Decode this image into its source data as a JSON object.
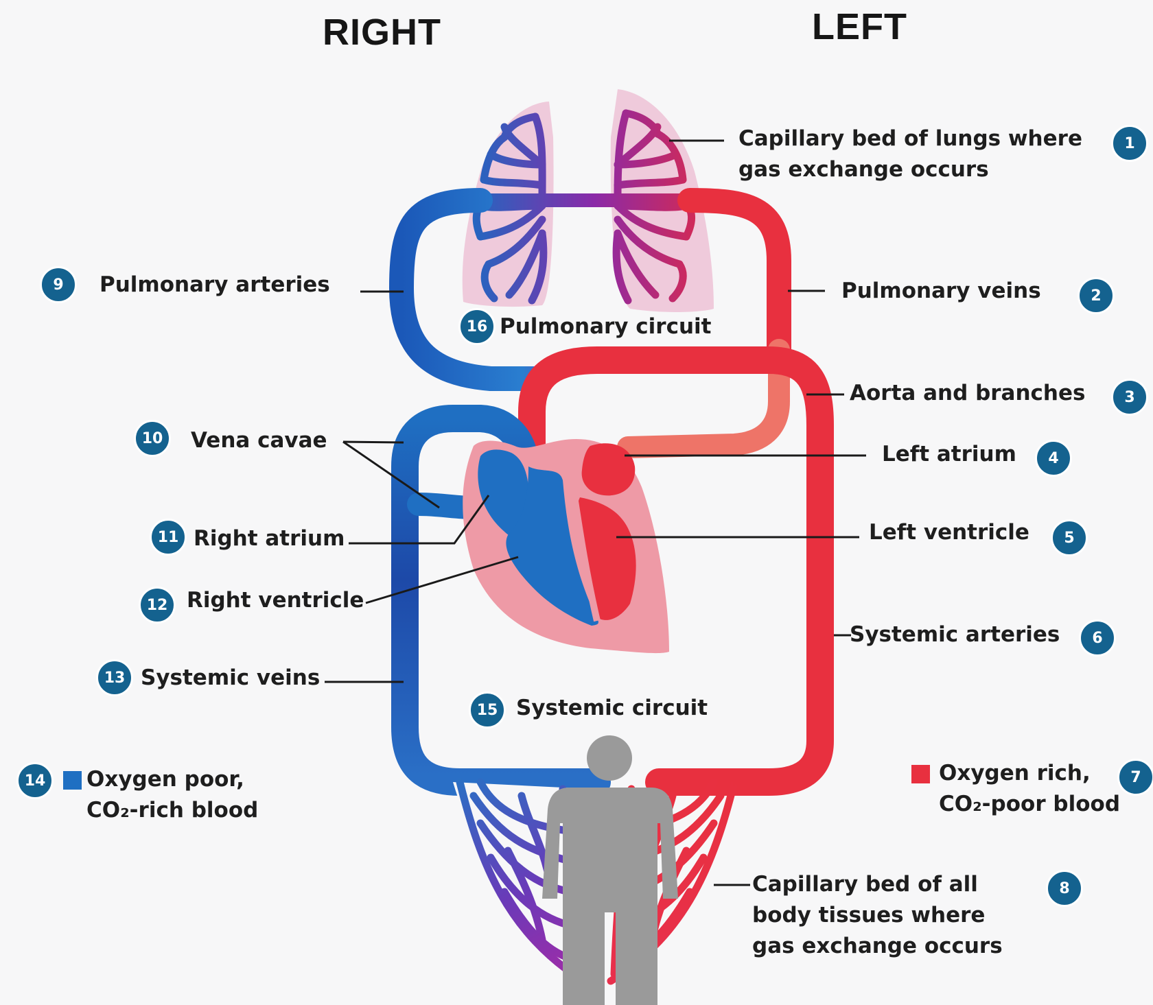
{
  "headings": {
    "right": "RIGHT",
    "left": "LEFT"
  },
  "labels": {
    "lung_capillary": "Capillary bed of lungs where\ngas exchange occurs",
    "pulmonary_veins": "Pulmonary veins",
    "aorta": "Aorta and branches",
    "left_atrium": "Left atrium",
    "left_ventricle": "Left ventricle",
    "systemic_arteries": "Systemic arteries",
    "oxygen_rich": "Oxygen rich,\nCO₂-poor blood",
    "body_capillary": "Capillary bed of all\nbody tissues where\ngas exchange occurs",
    "pulmonary_arteries": "Pulmonary arteries",
    "vena_cavae": "Vena cavae",
    "right_atrium": "Right atrium",
    "right_ventricle": "Right ventricle",
    "systemic_veins": "Systemic veins",
    "oxygen_poor": "Oxygen poor,\nCO₂-rich blood",
    "systemic_circuit": "Systemic circuit",
    "pulmonary_circuit": "Pulmonary circuit"
  },
  "badges": {
    "b1": "1",
    "b2": "2",
    "b3": "3",
    "b4": "4",
    "b5": "5",
    "b6": "6",
    "b7": "7",
    "b8": "8",
    "b9": "9",
    "b10": "10",
    "b11": "11",
    "b12": "12",
    "b13": "13",
    "b14": "14",
    "b15": "15",
    "b16": "16"
  },
  "colors": {
    "oxygen_poor": "#1f6fc2",
    "oxygen_rich": "#e8303f",
    "badge": "#14628f",
    "lung_fill": "#efcadb",
    "body": "#9a9a9a"
  }
}
